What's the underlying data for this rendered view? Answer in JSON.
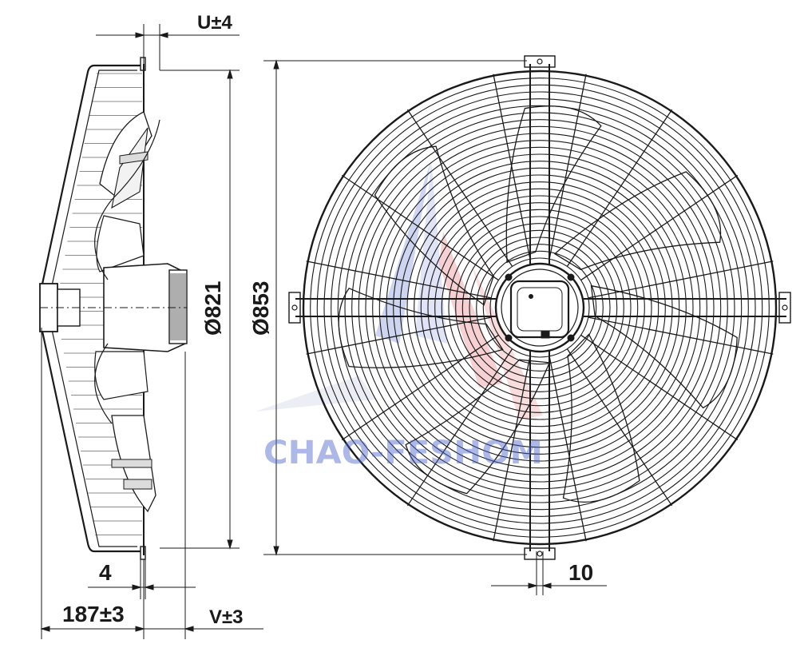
{
  "drawing": {
    "dimensions": {
      "u_tolerance": "U±4",
      "inner_diameter": "Ø821",
      "outer_diameter": "Ø853",
      "flange_width": "4",
      "depth": "187±3",
      "v_tolerance": "V±3",
      "mount_width": "10"
    },
    "grille": {
      "rings": 28,
      "spokes": 16,
      "blades": 7
    },
    "watermark": {
      "text": "CHAO-FESHOM",
      "color_blue": "#4a63c8",
      "color_red": "#d8202a"
    },
    "colors": {
      "line": "#1a1a1a",
      "background": "#ffffff"
    }
  }
}
